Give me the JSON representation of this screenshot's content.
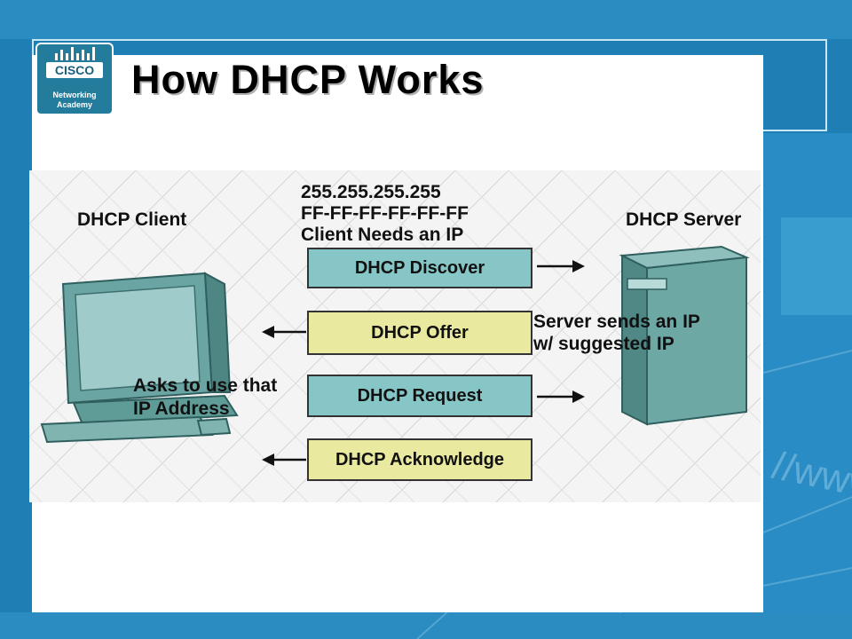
{
  "slide": {
    "title": "How DHCP Works",
    "logo": {
      "brand": "CISCO",
      "line1": "Networking",
      "line2": "Academy"
    },
    "background_watermark": "//www"
  },
  "diagram": {
    "client_label": "DHCP Client",
    "server_label": "DHCP Server",
    "broadcast_ip": "255.255.255.255",
    "broadcast_mac": "FF-FF-FF-FF-FF-FF",
    "client_needs": "Client Needs an IP",
    "server_note_line1": "Server sends an IP",
    "server_note_line2": "w/ suggested IP",
    "client_note_line1": "Asks to use that",
    "client_note_line2": "IP Address",
    "messages": [
      {
        "label": "DHCP Discover",
        "direction": "to-server",
        "color": "#86c6c6"
      },
      {
        "label": "DHCP Offer",
        "direction": "to-client",
        "color": "#e9eaa0"
      },
      {
        "label": "DHCP Request",
        "direction": "to-server",
        "color": "#86c6c6"
      },
      {
        "label": "DHCP Acknowledge",
        "direction": "to-client",
        "color": "#e9eaa0"
      }
    ]
  },
  "colors": {
    "background_blue": "#1f7fb5",
    "teal": "#86c6c6",
    "yellow": "#e9eaa0",
    "device": "#5f9c98"
  }
}
